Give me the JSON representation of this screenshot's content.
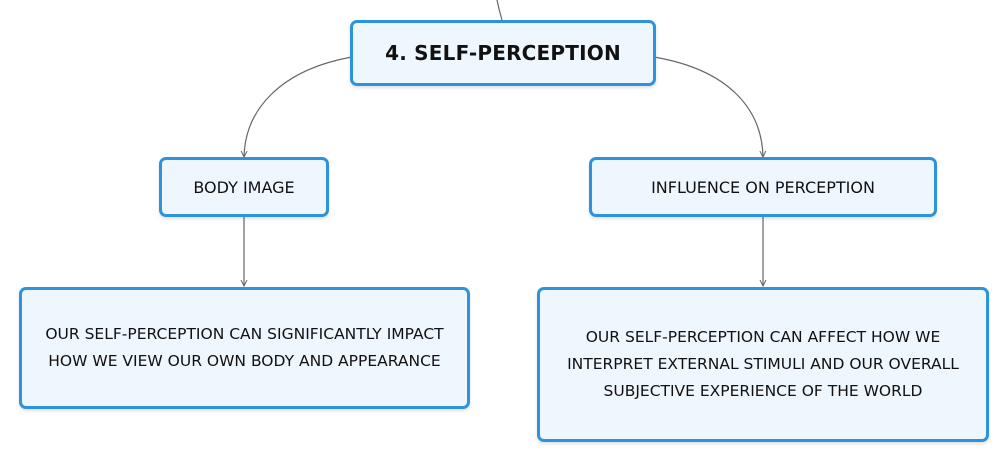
{
  "diagram": {
    "root": {
      "label": "4. SELF-PERCEPTION"
    },
    "branches": [
      {
        "label": "BODY IMAGE",
        "detail": "OUR SELF-PERCEPTION CAN SIGNIFICANTLY IMPACT HOW WE VIEW OUR OWN BODY AND APPEARANCE"
      },
      {
        "label": "INFLUENCE ON PERCEPTION",
        "detail": "OUR SELF-PERCEPTION CAN AFFECT HOW WE INTERPRET EXTERNAL STIMULI AND OUR OVERALL SUBJECTIVE EXPERIENCE OF THE WORLD"
      }
    ],
    "colors": {
      "node_border": "#2e93de",
      "node_fill": "#eff7fe",
      "connector": "#666666",
      "text": "#111111"
    }
  }
}
